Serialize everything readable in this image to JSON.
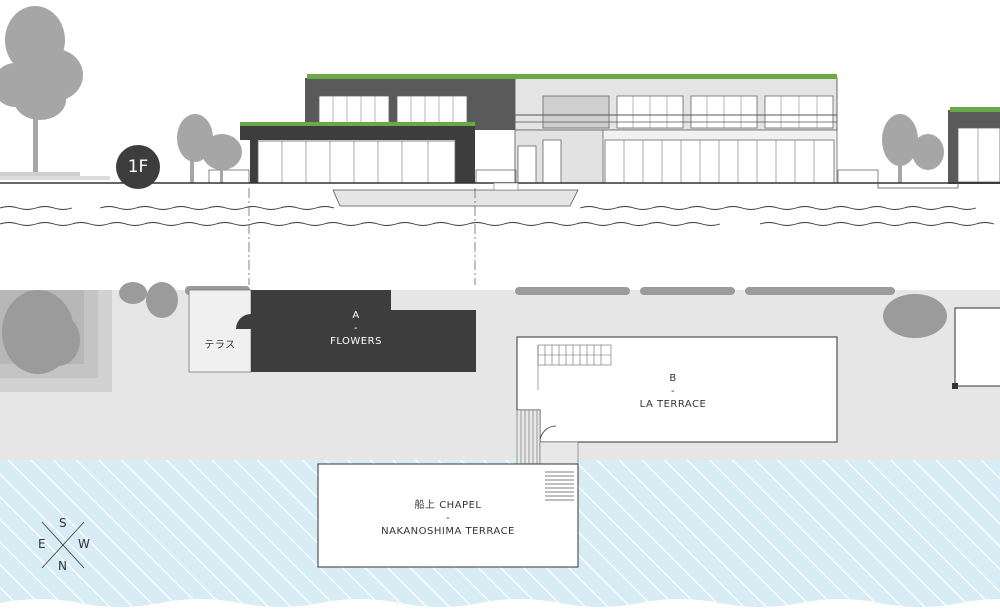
{
  "floor": "1F",
  "rooms": {
    "a": {
      "letter": "A",
      "sep": "-",
      "name": "FLOWERS"
    },
    "b": {
      "letter": "B",
      "sep": "-",
      "name": "LA TERRACE"
    },
    "chapel": {
      "name": "船上 CHAPEL",
      "sep": "-",
      "sub": "NAKANOSHIMA TERRACE"
    },
    "terrace": "テラス"
  },
  "compass": {
    "n": "N",
    "s": "S",
    "e": "E",
    "w": "W"
  },
  "colors": {
    "dark_room": "#3d3d3d",
    "ground": "#e6e6e6",
    "river": "#d7ecf4",
    "greenery": "#5a9a3c",
    "tree": "#9b9b9b"
  }
}
